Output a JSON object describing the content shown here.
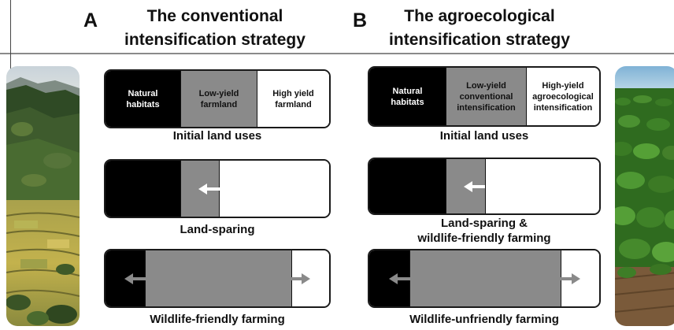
{
  "panel_a": {
    "letter": "A",
    "title_line1": "The conventional",
    "title_line2": "intensification strategy",
    "initial": {
      "natural": "Natural habitats",
      "low": "Low-yield farmland",
      "high": "High yield farmland",
      "caption": "Initial land uses"
    },
    "sparing_caption": "Land-sparing",
    "friendly_caption": "Wildlife-friendly farming"
  },
  "panel_b": {
    "letter": "B",
    "title_line1": "The agroecological",
    "title_line2": "intensification strategy",
    "initial": {
      "natural": "Natural habitats",
      "low": "Low-yield conventional intensification",
      "high": "High-yield agroecological intensification",
      "caption": "Initial land uses"
    },
    "sparing_caption_line1": "Land-sparing &",
    "sparing_caption_line2": "wildlife-friendly farming",
    "unfriendly_caption": "Wildlife-unfriendly farming"
  },
  "colors": {
    "natural_habitats": "#000000",
    "low_yield": "#8a8a8a",
    "high_yield": "#ffffff",
    "arrow_white": "#ffffff",
    "arrow_gray": "#8a8a8a"
  }
}
